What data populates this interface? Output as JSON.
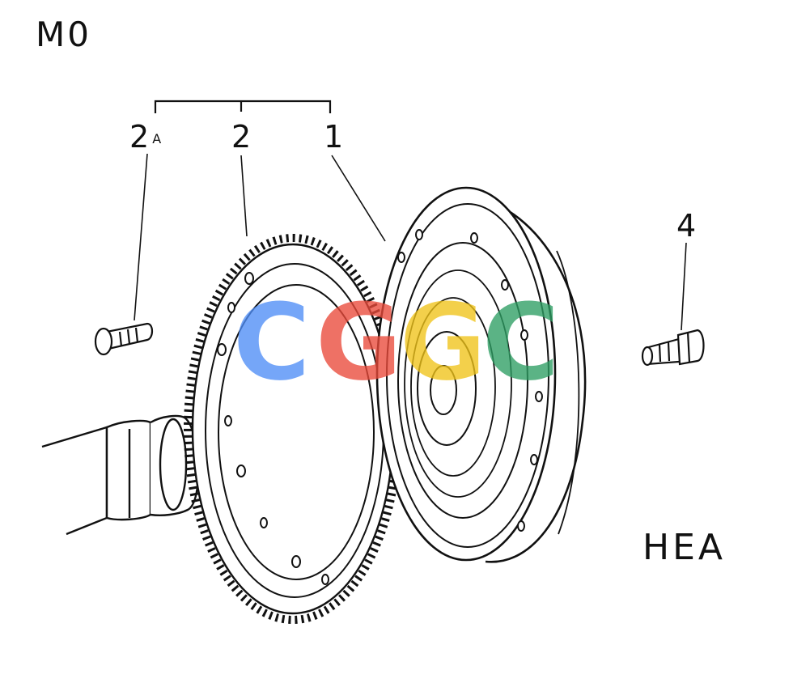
{
  "diagram": {
    "codes": {
      "top": "M0",
      "bottom": "HEA"
    },
    "callouts": [
      {
        "id": "2a",
        "number": "2",
        "suffix": "A"
      },
      {
        "id": "2",
        "number": "2",
        "suffix": ""
      },
      {
        "id": "1",
        "number": "1",
        "suffix": ""
      },
      {
        "id": "4",
        "number": "4",
        "suffix": ""
      }
    ],
    "watermark": {
      "letters": [
        "C",
        "G",
        "G",
        "C"
      ],
      "colors": [
        "#4f8ef7",
        "#ea4a3a",
        "#f0c419",
        "#2e9e63"
      ]
    },
    "colors": {
      "ink": "#111111",
      "paper": "#ffffff"
    }
  }
}
